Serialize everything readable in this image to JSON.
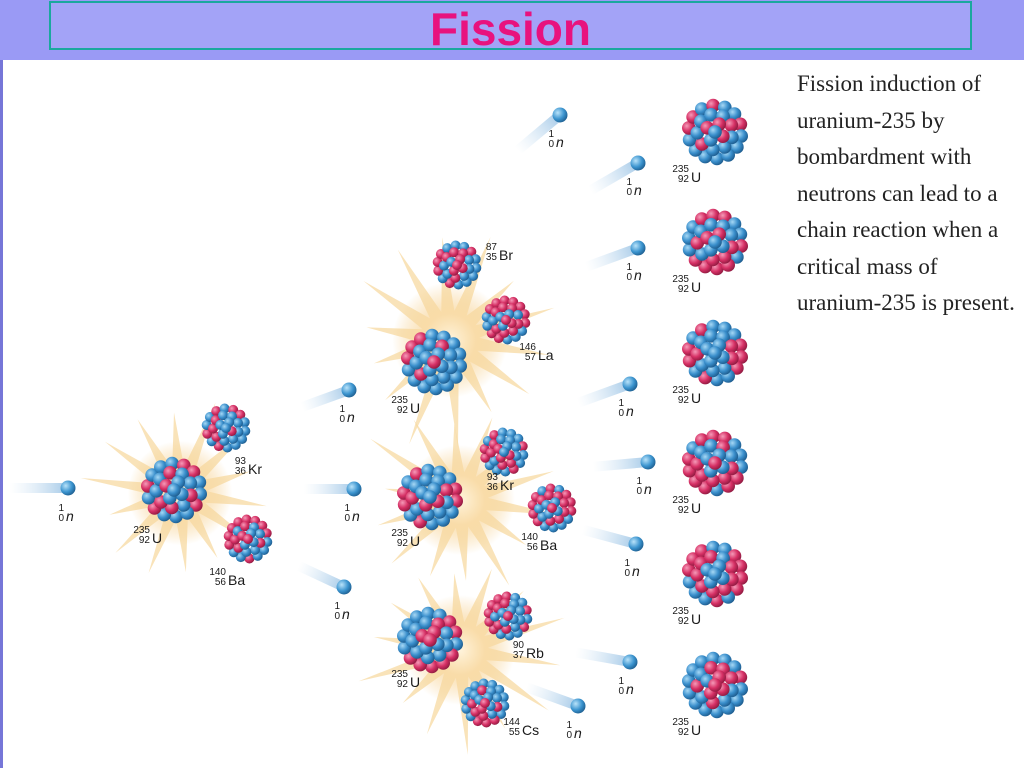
{
  "slide": {
    "title": "Fission"
  },
  "description": "Fission induction of uranium-235 by bombardment with neutrons can lead to a chain reaction when a critical mass of uranium-235 is present.",
  "colors": {
    "title": "#e8127e",
    "header": "#9a9af5",
    "nucleon_blue": "#3a8fcc",
    "nucleon_red": "#d63065",
    "flash": "#f6cf8c"
  },
  "stage1": {
    "incoming_neutron": {
      "mass": "1",
      "atomic": "0",
      "symbol": "n"
    },
    "target": {
      "mass": "235",
      "atomic": "92",
      "symbol": "U"
    },
    "products": [
      {
        "mass": "93",
        "atomic": "36",
        "symbol": "Kr"
      },
      {
        "mass": "140",
        "atomic": "56",
        "symbol": "Ba"
      }
    ],
    "emitted_neutrons": [
      {
        "mass": "1",
        "atomic": "0",
        "symbol": "n"
      },
      {
        "mass": "1",
        "atomic": "0",
        "symbol": "n"
      },
      {
        "mass": "1",
        "atomic": "0",
        "symbol": "n"
      }
    ]
  },
  "stage2": [
    {
      "target": {
        "mass": "235",
        "atomic": "92",
        "symbol": "U"
      },
      "products": [
        {
          "mass": "87",
          "atomic": "35",
          "symbol": "Br"
        },
        {
          "mass": "146",
          "atomic": "57",
          "symbol": "La"
        }
      ]
    },
    {
      "target": {
        "mass": "235",
        "atomic": "92",
        "symbol": "U"
      },
      "products": [
        {
          "mass": "93",
          "atomic": "36",
          "symbol": "Kr"
        },
        {
          "mass": "140",
          "atomic": "56",
          "symbol": "Ba"
        }
      ]
    },
    {
      "target": {
        "mass": "235",
        "atomic": "92",
        "symbol": "U"
      },
      "products": [
        {
          "mass": "90",
          "atomic": "37",
          "symbol": "Rb"
        },
        {
          "mass": "144",
          "atomic": "55",
          "symbol": "Cs"
        }
      ]
    }
  ],
  "stage2_neutrons": [
    {
      "mass": "1",
      "atomic": "0",
      "symbol": "n"
    },
    {
      "mass": "1",
      "atomic": "0",
      "symbol": "n"
    },
    {
      "mass": "1",
      "atomic": "0",
      "symbol": "n"
    },
    {
      "mass": "1",
      "atomic": "0",
      "symbol": "n"
    },
    {
      "mass": "1",
      "atomic": "0",
      "symbol": "n"
    },
    {
      "mass": "1",
      "atomic": "0",
      "symbol": "n"
    },
    {
      "mass": "1",
      "atomic": "0",
      "symbol": "n"
    },
    {
      "mass": "1",
      "atomic": "0",
      "symbol": "n"
    }
  ],
  "stage3_targets": [
    {
      "mass": "235",
      "atomic": "92",
      "symbol": "U"
    },
    {
      "mass": "235",
      "atomic": "92",
      "symbol": "U"
    },
    {
      "mass": "235",
      "atomic": "92",
      "symbol": "U"
    },
    {
      "mass": "235",
      "atomic": "92",
      "symbol": "U"
    },
    {
      "mass": "235",
      "atomic": "92",
      "symbol": "U"
    },
    {
      "mass": "235",
      "atomic": "92",
      "symbol": "U"
    }
  ]
}
